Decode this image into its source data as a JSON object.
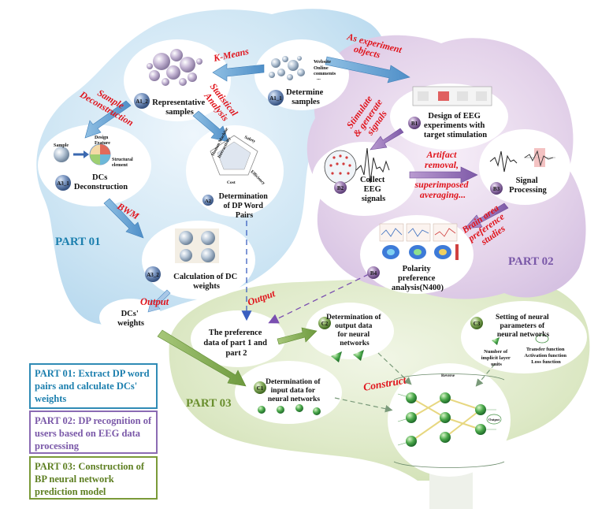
{
  "colors": {
    "part1": "#1c7fae",
    "part2": "#8b6bb3",
    "part3": "#6a8f2e",
    "red_label": "#e0141c"
  },
  "nodes": {
    "a1_1": {
      "badge": "A1_1",
      "label": [
        "Determine",
        "samples"
      ],
      "img_text": [
        "Website",
        "Online",
        "comments",
        "..."
      ]
    },
    "a1_2": {
      "badge": "A1_2",
      "label": [
        "Representative",
        "samples"
      ]
    },
    "a3_1": {
      "badge": "A3_1",
      "label": [
        "DCs",
        "Deconstruction"
      ],
      "img_text": [
        "Sample",
        "Design",
        "Feature",
        "Structural",
        "element"
      ]
    },
    "a2": {
      "badge": "A2",
      "label": [
        "Determination",
        "of DP Word",
        "Pairs"
      ],
      "img_text": [
        "Human Machine",
        "Interactivity",
        "Safety",
        "Cost",
        "Efficiency"
      ]
    },
    "a3_2": {
      "badge": "A3_2",
      "label": [
        "Calculation of DC",
        "weights"
      ]
    },
    "b1": {
      "badge": "B1",
      "label": [
        "Design of EEG",
        "experiments with",
        "target stimulation"
      ]
    },
    "b2": {
      "badge": "B2",
      "label": [
        "Collect",
        "EEG",
        "signals"
      ]
    },
    "b3": {
      "badge": "B3",
      "label": [
        "Signal",
        "Processing"
      ]
    },
    "b4": {
      "badge": "B4",
      "label": [
        "Polarity",
        "preference",
        "analysis(N400)"
      ]
    },
    "c1": {
      "badge": "C1",
      "label": [
        "Determination of",
        "input data for",
        "neural networks"
      ]
    },
    "c2": {
      "badge": "C2",
      "label": [
        "Determination of",
        "output data",
        "for neural",
        "networks"
      ]
    },
    "c3": {
      "badge": "C3",
      "label": [
        "Setting of neural",
        "parameters of",
        "neural networks"
      ],
      "sub": [
        "Number of",
        "implicit layer",
        "units",
        "Transfer function",
        "Activation function",
        "Loss function"
      ]
    },
    "dcs_weights": {
      "label": [
        "DCs'",
        "weights"
      ]
    },
    "preference": {
      "label": [
        "The preference",
        "data of part 1 and",
        "part 2"
      ]
    }
  },
  "arrow_labels": {
    "kmeans": "K-Means",
    "as_experiment": [
      "As experiment",
      "objects"
    ],
    "sample_decon": [
      "Sample",
      "Deconstruction"
    ],
    "statistical": [
      "Statistical",
      "Analysis"
    ],
    "bwm": "BWM",
    "stimulate": [
      "Stimulate",
      "& generate",
      "signals"
    ],
    "artifact": [
      "Artifact",
      "removal,",
      "superimposed",
      "averaging..."
    ],
    "brain_area": [
      "Brain area",
      "preference",
      "studies"
    ],
    "output1": "Output",
    "output2": "Output",
    "construct": "Construct"
  },
  "parts": {
    "part1": "PART 01",
    "part2": "PART 02",
    "part3": "PART 03"
  },
  "legend": {
    "part1": "PART 01: Extract DP word pairs and calculate DCs' weights",
    "part2": "PART 02: DP recognition of users based on EEG data processing",
    "part3": "PART 03: Construction of BP neural network prediction model"
  },
  "net_labels": {
    "reverse": "Reverse",
    "output": "Output"
  }
}
